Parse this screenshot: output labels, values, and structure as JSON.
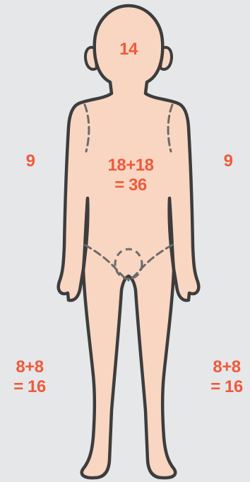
{
  "regions": {
    "head": {
      "value": "14"
    },
    "arm_left": {
      "value": "9"
    },
    "arm_right": {
      "value": "9"
    },
    "trunk": {
      "line1": "18+18",
      "line2": "= 36"
    },
    "leg_left": {
      "line1": "8+8",
      "line2": "= 16"
    },
    "leg_right": {
      "line1": "8+8",
      "line2": "= 16"
    }
  },
  "colors": {
    "background": "#e6e7e9",
    "skin": "#f9d6c2",
    "outline": "#3d3d3d",
    "label": "#ef5a3c"
  }
}
